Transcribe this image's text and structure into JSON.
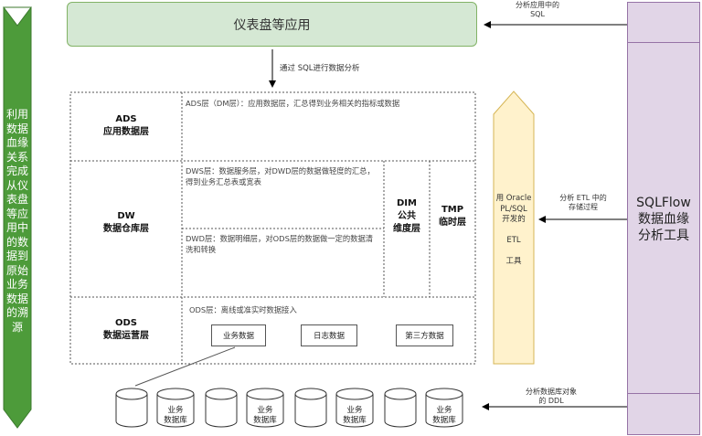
{
  "left_arrow": {
    "label": "利用\n数据\n血缘\n关系\n完成\n从仪\n表盘\n等应\n用中\n的数\n据到\n原始\n业务\n数据\n的溯\n源",
    "color": "#4d9b3a"
  },
  "app_box": {
    "label": "仪表盘等应用"
  },
  "arrow_sql_label": "通过 SQL进行数据分析",
  "ads": {
    "title": "ADS\n应用数据层",
    "desc": "ADS层（DM层）：应用数据层，汇总得到业务相关的指标或数据"
  },
  "dw": {
    "title": "DW\n数据仓库层",
    "dws_desc": "DWS层：数据服务层，对DWD层的数据做轻度的汇总，得到业务汇总表或宽表",
    "dwd_desc": "DWD层：数据明细层，对ODS层的数据做一定的数据清洗和转换",
    "dim": "DIM\n公共\n维度层",
    "tmp": "TMP\n临时层"
  },
  "ods": {
    "title": "ODS\n数据运营层",
    "desc": "ODS层：离线或准实时数据接入",
    "tags": [
      "业务数据",
      "日志数据",
      "第三方数据"
    ]
  },
  "etl_arrow": {
    "label": "用 Oracle\nPL/SQL\n开发的\n\nETL\n\n工具",
    "color": "#fff2cc"
  },
  "sqlflow": {
    "label": "SQLFlow\n数据血缘\n分析工具",
    "color": "#e1d5e7"
  },
  "annotations": {
    "top": "分析应用中的\nSQL",
    "middle": "分析 ETL 中的\n存储过程",
    "bottom": "分析数据库对象\n的 DDL"
  },
  "db_label": "业务\n数据库"
}
